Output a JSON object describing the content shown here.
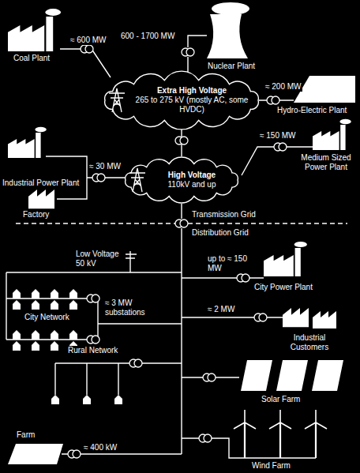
{
  "diagram": {
    "nodes": [
      {
        "text": [
          "Extra High Voltage",
          "265 to 275 kV (mostly AC, some HVDC)"
        ]
      },
      {
        "text": [
          "High Voltage",
          "110kV and up"
        ]
      }
    ],
    "edges": [
      {
        "from": 0,
        "to": 1,
        "arrow": "none"
      }
    ],
    "labels": [
      "≈ 600 MW",
      "Coal Plant",
      "600 - 1700 MW",
      "Nuclear Plant",
      "≈ 200 MW",
      "Hydro-Electric Plant",
      "≈ 150 MW",
      "Medium Sized Power Plant",
      "≈ 30 MW",
      "Industrial Power Plant",
      "Factory",
      "Transmission Grid",
      "Distribution Grid",
      "Low Voltage 50 kV",
      "up to ≈ 150 MW",
      "City Power Plant",
      "≈ 3 MW substations",
      "City Network",
      "≈ 2 MW",
      "Industrial Customers",
      "Rural Network",
      "Solar Farm",
      "≈ 400 kW",
      "Farm",
      "Wind Farm"
    ]
  }
}
